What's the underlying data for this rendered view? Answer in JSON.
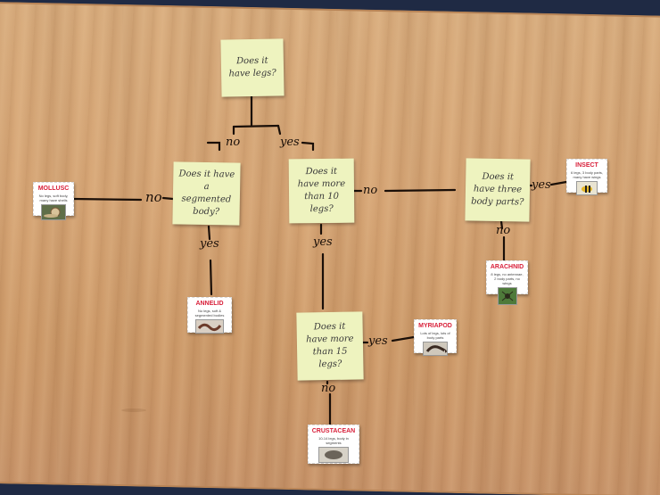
{
  "questions": {
    "q_legs": "Does it have legs?",
    "q_segmented": "Does it have a segmented body?",
    "q_more10": "Does it have more than 10 legs?",
    "q_body_parts": "Does it have three body parts?",
    "q_more15": "Does it have more than 15 legs?"
  },
  "answers": {
    "no_top": "no",
    "yes_top": "yes",
    "no_mollusc": "no",
    "yes_annelid": "yes",
    "no_insect": "no",
    "yes_more10": "yes",
    "yes_insect": "yes",
    "no_arachnid": "no",
    "yes_myriapod": "yes",
    "no_crustacean": "no"
  },
  "cards": {
    "mollusc": {
      "title": "MOLLUSC",
      "desc": "No legs, soft body, many have shells"
    },
    "annelid": {
      "title": "ANNELID",
      "desc": "No legs, soft & segmented bodies"
    },
    "insect": {
      "title": "INSECT",
      "desc": "6 legs, 3 body parts, many have wings"
    },
    "arachnid": {
      "title": "ARACHNID",
      "desc": "8 legs, no antennae, 2 body parts, no wings"
    },
    "myriapod": {
      "title": "MYRIAPOD",
      "desc": "Lots of legs, lots of body parts"
    },
    "crustacean": {
      "title": "CRUSTACEAN",
      "desc": "10-14 legs, body in segments"
    }
  },
  "colors": {
    "table": "#d7a676",
    "sticky_note": "#eef3bf",
    "marker": "#1a0f08",
    "card_title": "#d8203a"
  }
}
